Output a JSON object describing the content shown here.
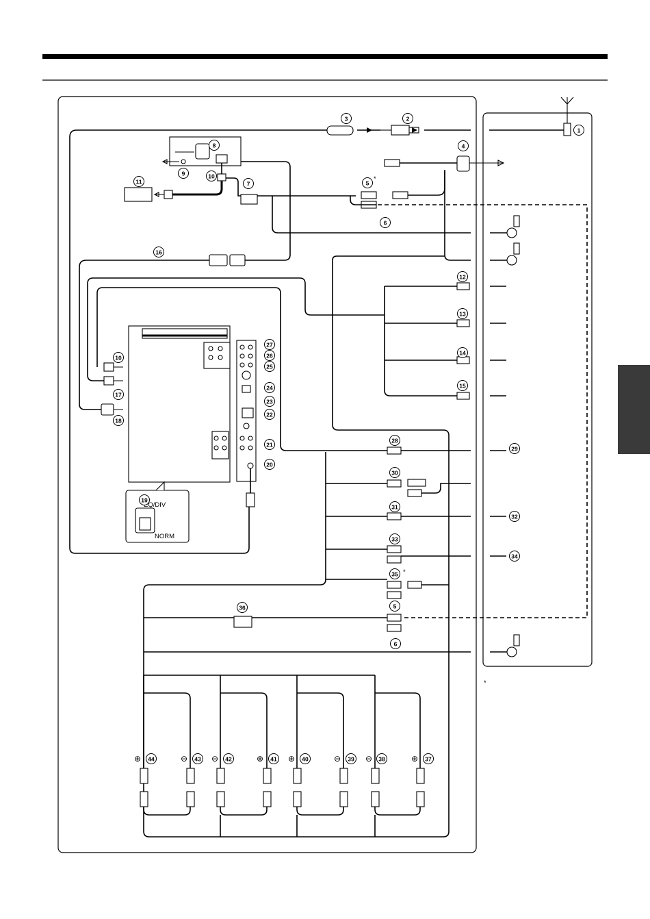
{
  "diagram": {
    "callouts": [
      {
        "id": "c1",
        "label": "①",
        "num": "1"
      },
      {
        "id": "c2",
        "label": "②",
        "num": "2"
      },
      {
        "id": "c3",
        "label": "③",
        "num": "3"
      },
      {
        "id": "c4",
        "label": "④",
        "num": "4"
      },
      {
        "id": "c5a",
        "label": "⑤",
        "num": "5"
      },
      {
        "id": "c5b",
        "label": "⑤",
        "num": "5"
      },
      {
        "id": "c6a",
        "label": "⑥",
        "num": "6"
      },
      {
        "id": "c6b",
        "label": "⑥",
        "num": "6"
      },
      {
        "id": "c7",
        "label": "⑦",
        "num": "7"
      },
      {
        "id": "c8",
        "label": "⑧",
        "num": "8"
      },
      {
        "id": "c9",
        "label": "⑨",
        "num": "9"
      },
      {
        "id": "c10a",
        "label": "⑩",
        "num": "10"
      },
      {
        "id": "c10b",
        "label": "⑩",
        "num": "10"
      },
      {
        "id": "c11",
        "label": "⑪",
        "num": "11"
      },
      {
        "id": "c12",
        "label": "⑫",
        "num": "12"
      },
      {
        "id": "c13",
        "label": "⑬",
        "num": "13"
      },
      {
        "id": "c14",
        "label": "⑭",
        "num": "14"
      },
      {
        "id": "c15",
        "label": "⑮",
        "num": "15"
      },
      {
        "id": "c16",
        "label": "⑯",
        "num": "16"
      },
      {
        "id": "c17",
        "label": "⑰",
        "num": "17"
      },
      {
        "id": "c18",
        "label": "⑱",
        "num": "18"
      },
      {
        "id": "c19",
        "label": "⑲",
        "num": "19"
      },
      {
        "id": "c20",
        "label": "⑳",
        "num": "20"
      },
      {
        "id": "c21",
        "label": "㉑",
        "num": "21"
      },
      {
        "id": "c22",
        "label": "㉒",
        "num": "22"
      },
      {
        "id": "c23",
        "label": "㉓",
        "num": "23"
      },
      {
        "id": "c24",
        "label": "㉔",
        "num": "24"
      },
      {
        "id": "c25",
        "label": "㉕",
        "num": "25"
      },
      {
        "id": "c26",
        "label": "㉖",
        "num": "26"
      },
      {
        "id": "c27",
        "label": "㉗",
        "num": "27"
      },
      {
        "id": "c28",
        "label": "㉘",
        "num": "28"
      },
      {
        "id": "c29",
        "label": "㉙",
        "num": "29"
      },
      {
        "id": "c30",
        "label": "㉚",
        "num": "30"
      },
      {
        "id": "c31",
        "label": "㉛",
        "num": "31"
      },
      {
        "id": "c32",
        "label": "㉜",
        "num": "32"
      },
      {
        "id": "c33",
        "label": "㉝",
        "num": "33"
      },
      {
        "id": "c34",
        "label": "㉞",
        "num": "34"
      },
      {
        "id": "c35",
        "label": "㉟",
        "num": "35"
      },
      {
        "id": "c36",
        "label": "㊱",
        "num": "36"
      },
      {
        "id": "c37",
        "label": "㊲",
        "num": "37"
      },
      {
        "id": "c38",
        "label": "㊳",
        "num": "38"
      },
      {
        "id": "c39",
        "label": "㊴",
        "num": "39"
      },
      {
        "id": "c40",
        "label": "㊵",
        "num": "40"
      },
      {
        "id": "c41",
        "label": "㊶",
        "num": "41"
      },
      {
        "id": "c42",
        "label": "㊷",
        "num": "42"
      },
      {
        "id": "c43",
        "label": "㊸",
        "num": "43"
      },
      {
        "id": "c44",
        "label": "㊹",
        "num": "44"
      }
    ],
    "asterisk": "*",
    "switch_top_label": "EQ/DIV",
    "switch_bottom_label": "NORM",
    "plus_sign": "⊕",
    "minus_sign": "⊖"
  }
}
